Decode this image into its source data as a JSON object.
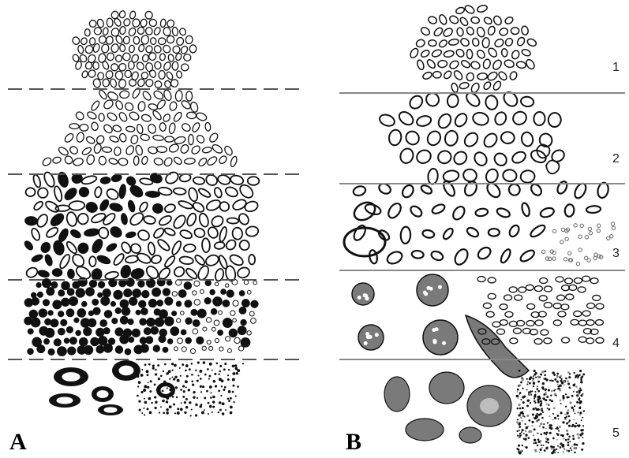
{
  "panels": [
    {
      "id": "A",
      "label": "A"
    },
    {
      "id": "B",
      "label": "B"
    }
  ],
  "zones": [
    "1",
    "2",
    "3",
    "4",
    "5"
  ],
  "colors": {
    "ink": "#111111",
    "fill_gray": "#7a7a7a",
    "light_gray": "#bdbdbd",
    "background": "#ffffff"
  }
}
